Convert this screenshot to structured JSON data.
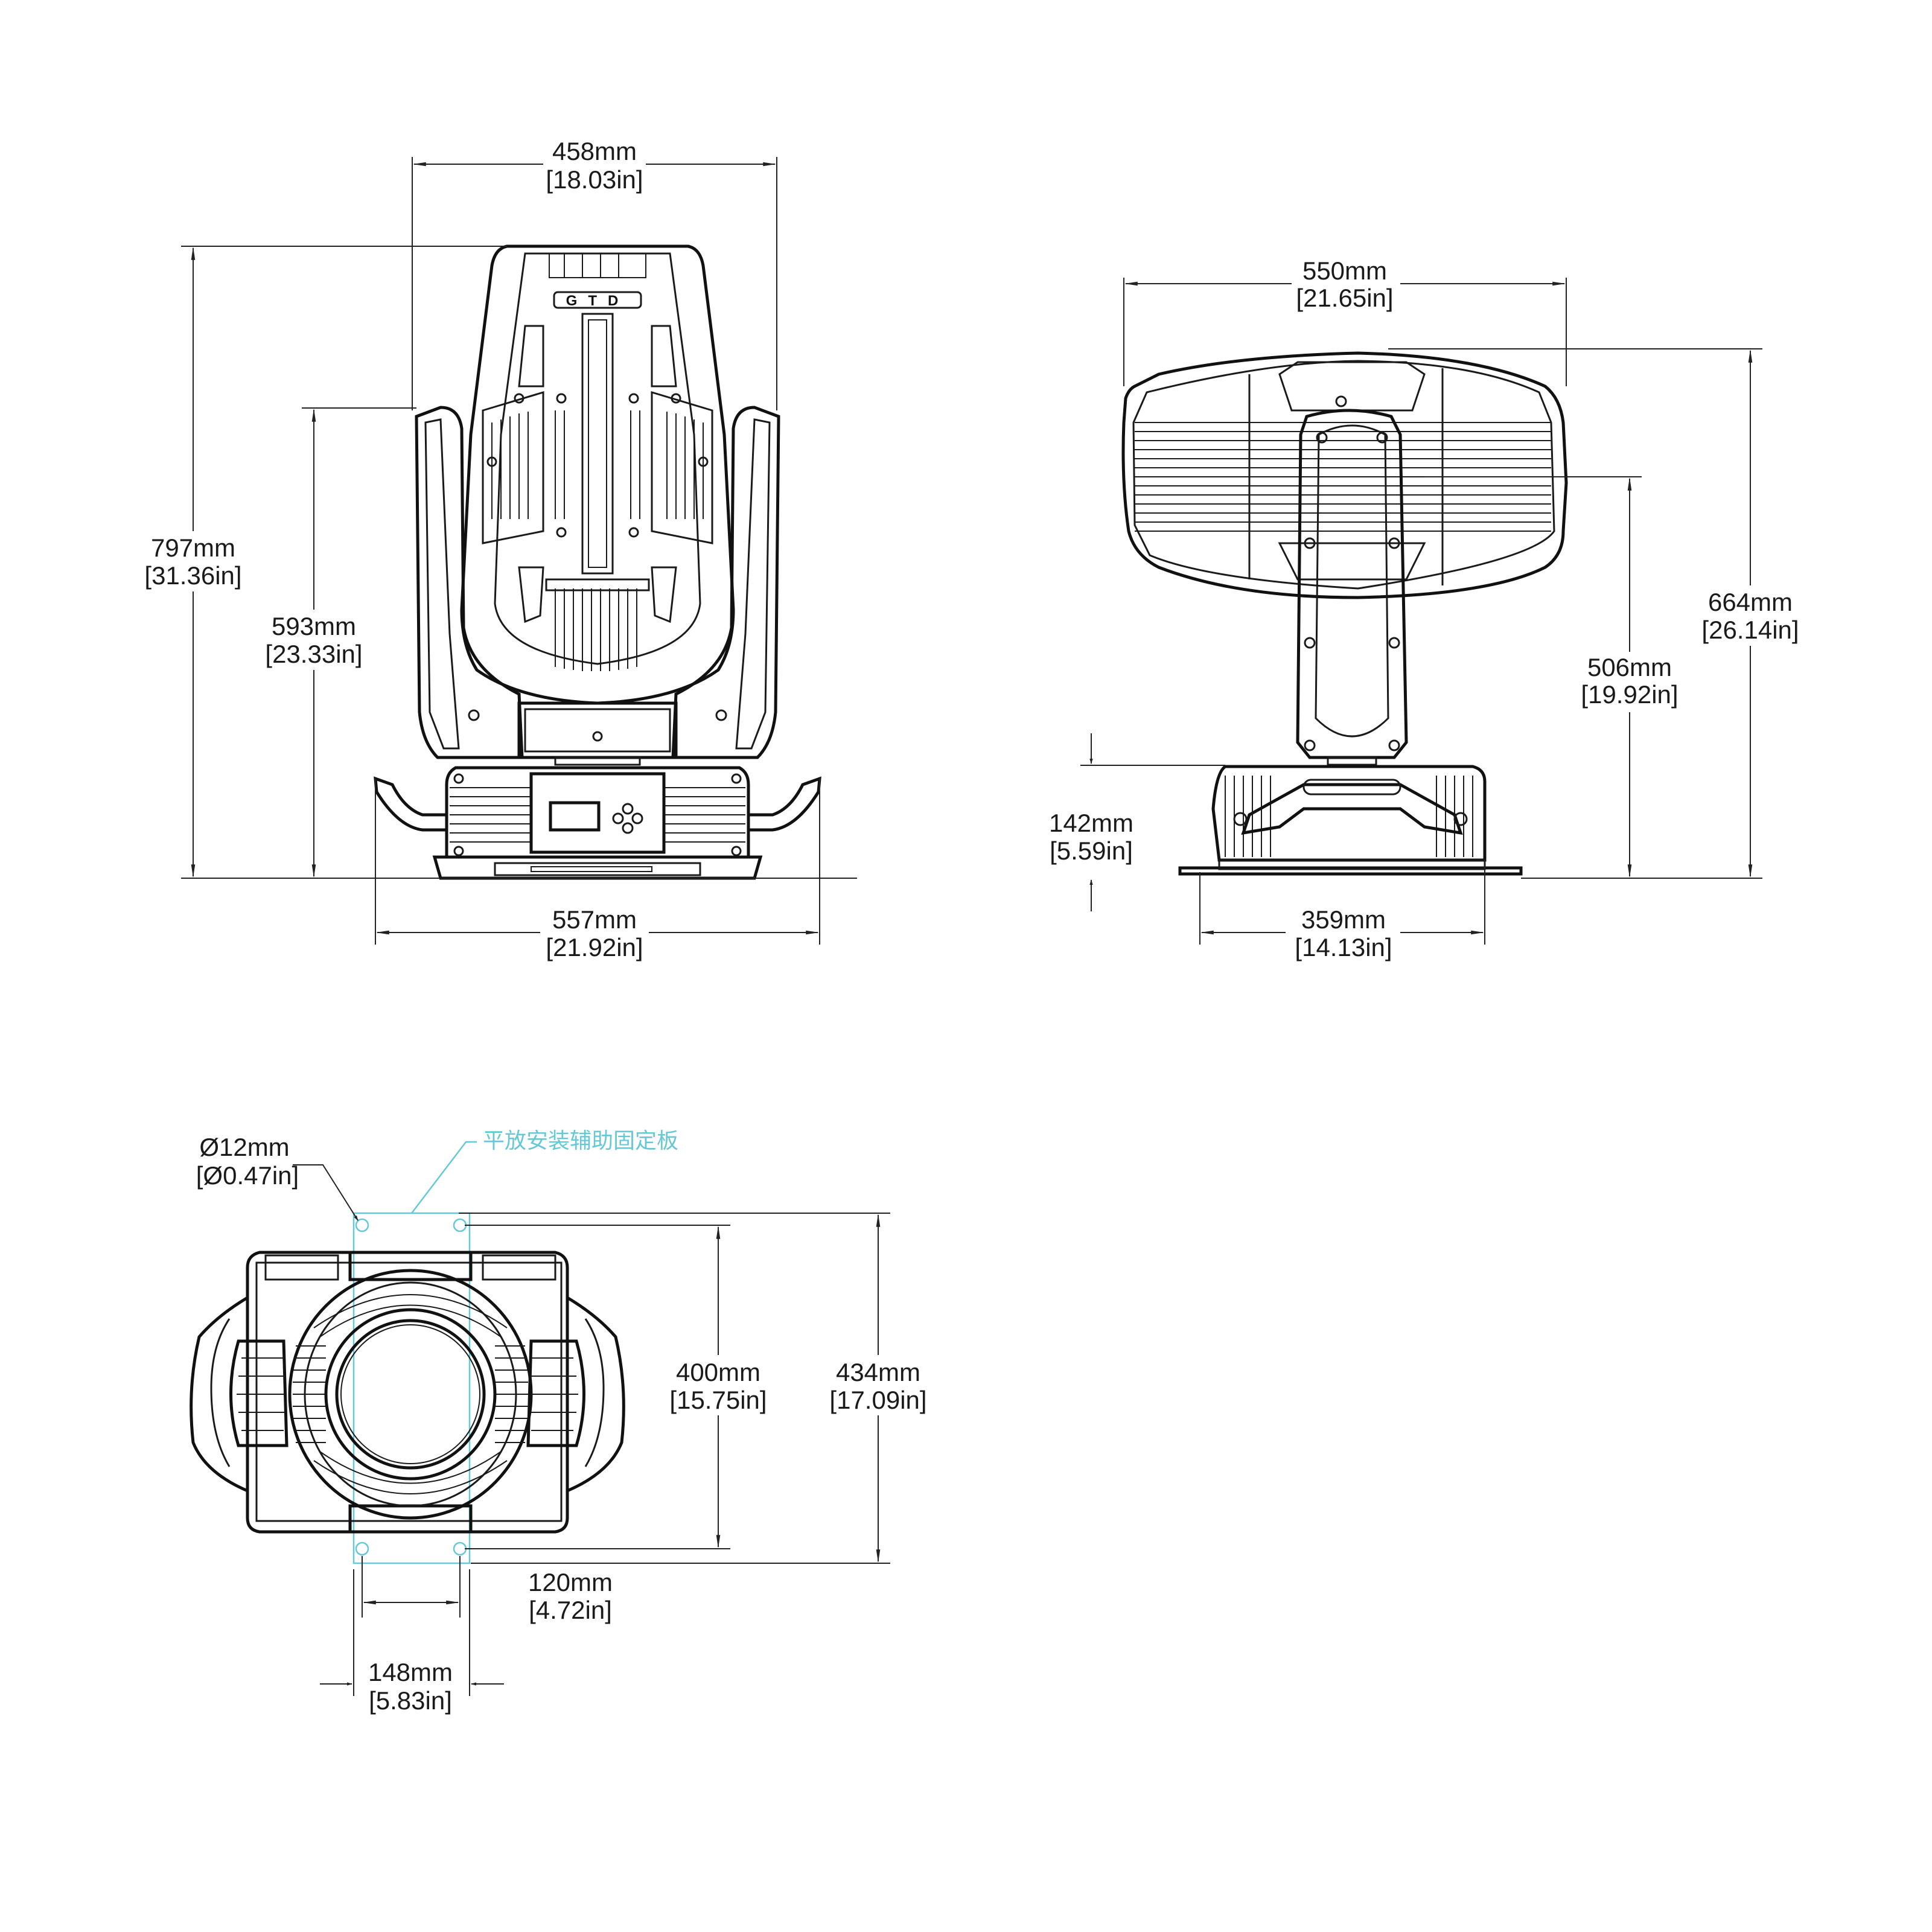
{
  "colors": {
    "line": "#1a1a1a",
    "annotation": "#66c8d6",
    "background": "#ffffff"
  },
  "logo_text": "GTD",
  "front_view": {
    "top_width": {
      "mm": "458mm",
      "in": "[18.03in]"
    },
    "total_height": {
      "mm": "797mm",
      "in": "[31.36in]"
    },
    "arm_height": {
      "mm": "593mm",
      "in": "[23.33in]"
    },
    "base_width": {
      "mm": "557mm",
      "in": "[21.92in]"
    }
  },
  "side_view": {
    "head_length": {
      "mm": "550mm",
      "in": "[21.65in]"
    },
    "total_height": {
      "mm": "664mm",
      "in": "[26.14in]"
    },
    "tilt_axis": {
      "mm": "506mm",
      "in": "[19.92in]"
    },
    "base_height": {
      "mm": "142mm",
      "in": "[5.59in]"
    },
    "base_length": {
      "mm": "359mm",
      "in": "[14.13in]"
    }
  },
  "top_view": {
    "hole_diameter": {
      "mm": "Ø12mm",
      "in": "[Ø0.47in]"
    },
    "plate_label": "平放安装辅助固定板",
    "hole_spacing_y": {
      "mm": "400mm",
      "in": "[15.75in]"
    },
    "total_depth": {
      "mm": "434mm",
      "in": "[17.09in]"
    },
    "hole_spacing_x": {
      "mm": "120mm",
      "in": "[4.72in]"
    },
    "plate_width": {
      "mm": "148mm",
      "in": "[5.83in]"
    }
  }
}
